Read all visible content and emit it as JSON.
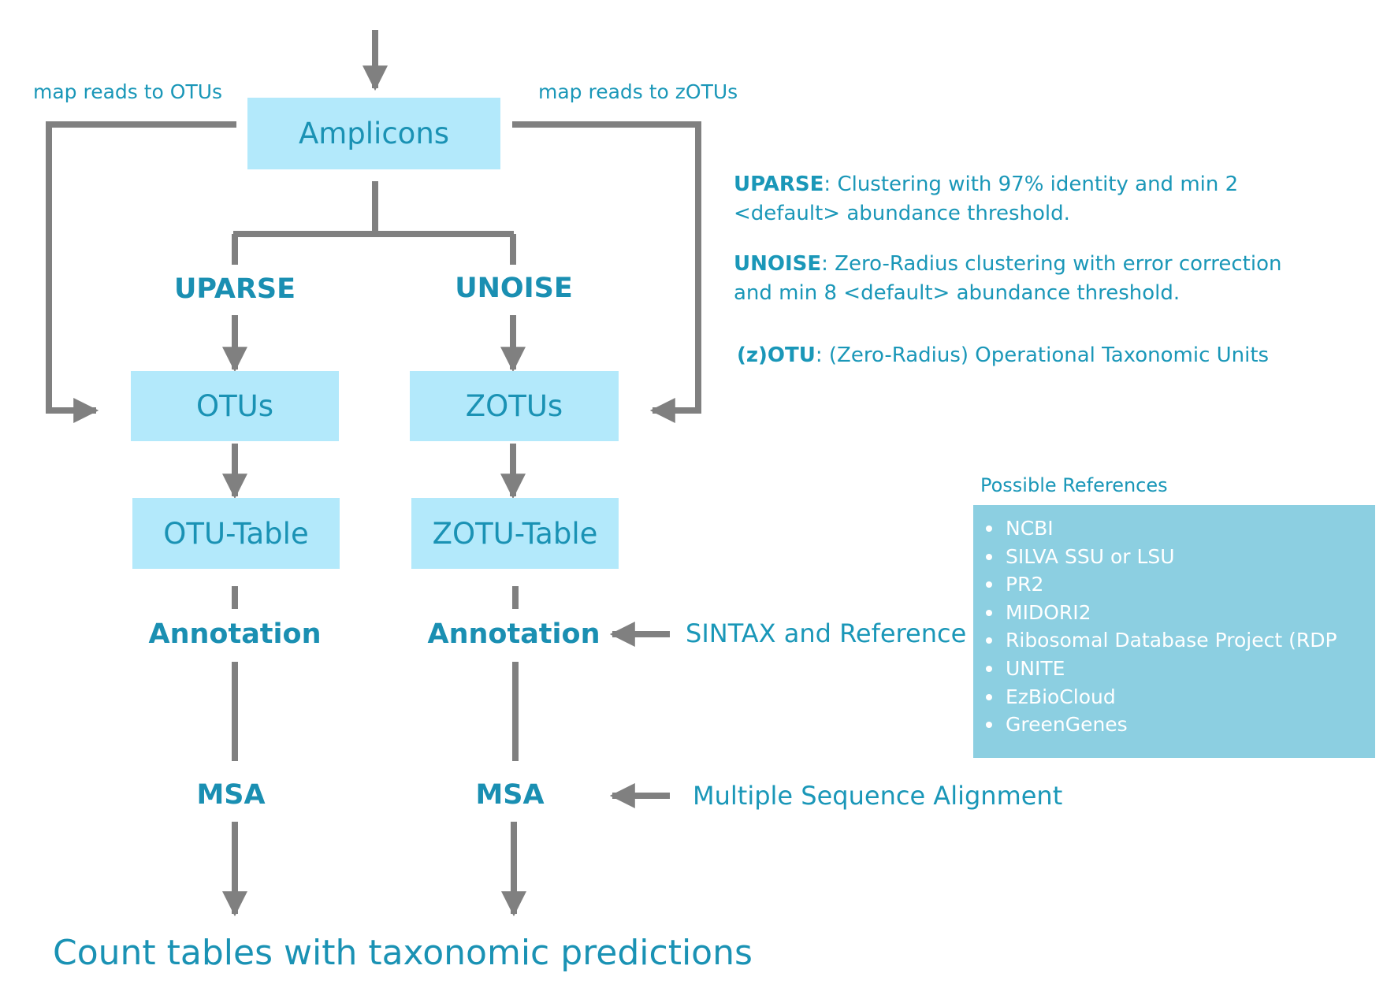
{
  "nodes": {
    "amplicons": "Amplicons",
    "otus": "OTUs",
    "zotus": "ZOTUs",
    "otu_table": "OTU-Table",
    "zotu_table": "ZOTU-Table"
  },
  "edge_labels": {
    "map_reads_otus": "map reads to OTUs",
    "map_reads_zotus": "map reads to zOTUs"
  },
  "steps": {
    "uparse": "UPARSE",
    "unoise": "UNOISE",
    "annotation_left": "Annotation",
    "annotation_right": "Annotation",
    "msa_left": "MSA",
    "msa_right": "MSA"
  },
  "side_labels": {
    "sintax": "SINTAX and Reference",
    "msa_full": "Multiple Sequence Alignment"
  },
  "output": "Count tables with taxonomic predictions",
  "notes": [
    {
      "term": "UPARSE",
      "line1": ": Clustering with 97% identity and min 2",
      "line2": "<default> abundance threshold."
    },
    {
      "term": "UNOISE",
      "line1": ": Zero-Radius clustering with error correction",
      "line2": "and min 8 <default> abundance threshold."
    },
    {
      "term": "(z)OTU",
      "line1": ": (Zero-Radius) Operational Taxonomic Units"
    }
  ],
  "references": {
    "title": "Possible References",
    "items": [
      "NCBI",
      "SILVA SSU or LSU",
      "PR2",
      "MIDORI2",
      "Ribosomal Database Project (RDP",
      "UNITE",
      "EzBioCloud",
      "GreenGenes"
    ]
  },
  "colors": {
    "text": "#1a97b8",
    "box_fill": "#b3e9fb",
    "panel_fill": "#8ccfe1",
    "connector": "#808080"
  }
}
